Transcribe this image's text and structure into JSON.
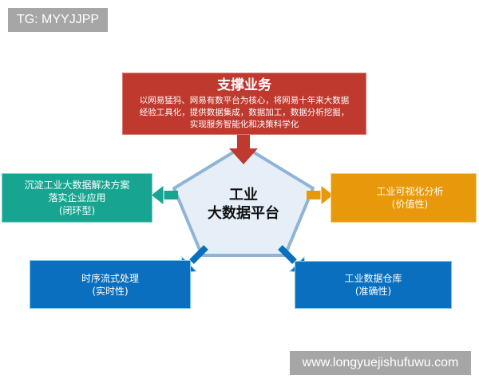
{
  "badges": {
    "tg": "TG: MYYJJPP",
    "watermark": "www.longyuejishufuwu.com"
  },
  "center": {
    "line1": "工业",
    "line2": "大数据平台",
    "fill": "#e6eef8",
    "stroke": "#8fb4d6"
  },
  "support": {
    "title": "支撑业务",
    "lines": [
      "以网易猛犸、网易有数平台为核心，将网易十年来大数据",
      "经验工具化，提供数据集成，数据加工，数据分析挖掘，",
      "实现服务智能化和决策科学化"
    ],
    "color": "#c0392e"
  },
  "left_box": {
    "lines": [
      "沉淀工业大数据解决方案",
      "落实企业应用",
      "(闭环型)"
    ],
    "color": "#17a592"
  },
  "right_box": {
    "lines": [
      "工业可视化分析",
      "(价值性)"
    ],
    "color": "#e8990b"
  },
  "bottom_left_box": {
    "lines": [
      "时序流式处理",
      "(实时性)"
    ],
    "color": "#0a6fbf"
  },
  "bottom_right_box": {
    "lines": [
      "工业数据仓库",
      "(准确性)"
    ],
    "color": "#0a6fbf"
  }
}
